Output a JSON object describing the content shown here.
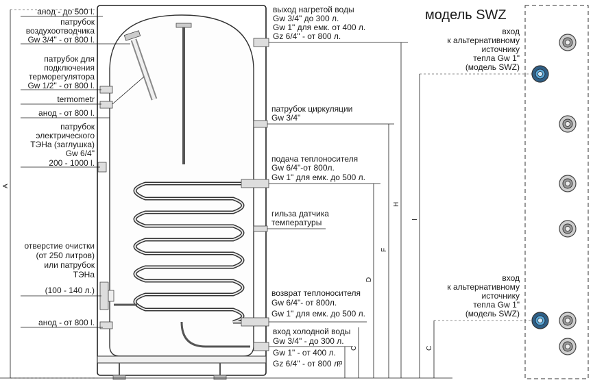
{
  "left_labels": {
    "anode_500": "анод - до 500 l.",
    "air_vent_1": "патрубок",
    "air_vent_2": "воздухоотводчика",
    "air_vent_3": "Gw 3/4\" - от 800 l.",
    "thermoreg_1": "патрубок для",
    "thermoreg_2": "подключения",
    "thermoreg_3": "терморегулятора",
    "thermoreg_4": "Gw 1/2\" - от 800 l.",
    "thermometr": "termometr",
    "anode_800_top": "анод - от 800 l.",
    "heater_1": "патрубок",
    "heater_2": "электрического",
    "heater_3": "ТЭНа (заглушка)",
    "heater_4": "Gw 6/4\"",
    "heater_5": "200 - 1000 l.",
    "cleanout_1": "отверстие очистки",
    "cleanout_2": "(от 250 литров)",
    "cleanout_3": "или патрубок",
    "cleanout_4": "ТЭНа",
    "cleanout_5": "(100 - 140 л.)",
    "anode_800_bottom": "анод - от 800 l."
  },
  "right_labels": {
    "hot_out_1": "выход нагретой воды",
    "hot_out_2": "Gw 3/4\" до 300 л.",
    "hot_out_3": "Gw 1\" для емк. от 400 л.",
    "hot_out_4": "Gz 6/4\" - от 800 л.",
    "circ_1": "патрубок циркуляции",
    "circ_2": "Gw 3/4\"",
    "supply_1": "подача теплоносителя",
    "supply_2": "Gw 6/4\"-от 800л.",
    "supply_3": "Gw 1\" для емк. до 500 л.",
    "sensor_1": "гильза датчика",
    "sensor_2": "температуры",
    "return_1": "возврат теплоносителя",
    "return_2": "Gw 6/4\"- от 800л.",
    "return_3": "Gw 1\" для емк. до 500 л.",
    "cold_in_1": "вход холодной воды",
    "cold_in_2": "Gw 3/4\" - до 300 л.",
    "cold_in_3": "Gw 1\" - от 400 л.",
    "cold_in_4": "Gz 6/4\" - от 800 л."
  },
  "swz_panel": {
    "title": "модель SWZ",
    "top_inlet_1": "вход",
    "top_inlet_2": "к альтернативному",
    "top_inlet_3": "источнику",
    "top_inlet_4": "тепла Gw 1\"",
    "top_inlet_5": "(модель SWZ)",
    "bottom_inlet_1": "вход",
    "bottom_inlet_2": "к альтернативному",
    "bottom_inlet_3": "источнику",
    "bottom_inlet_4": "тепла Gw 1\"",
    "bottom_inlet_5": "(модель SWZ)"
  },
  "dimensions": {
    "A": "A",
    "H": "H",
    "F": "F",
    "D": "D",
    "C": "C",
    "B": "B",
    "I": "I",
    "C_swz": "C"
  },
  "colors": {
    "accent_inlet": "#5aa7d6",
    "line": "#1a1a1a"
  }
}
